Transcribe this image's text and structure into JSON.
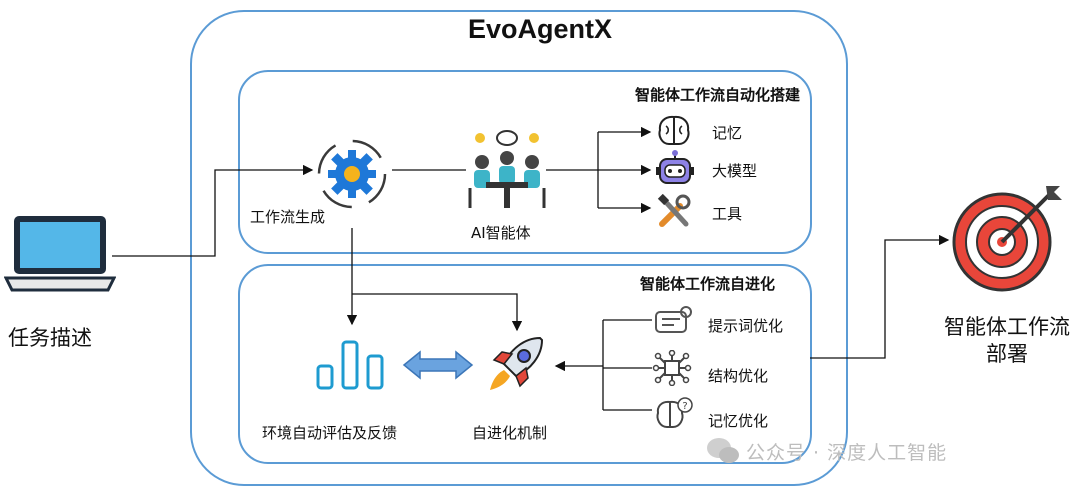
{
  "title": "EvoAgentX",
  "sections": {
    "construction": "智能体工作流自动化搭建",
    "evolution": "智能体工作流自进化"
  },
  "nodes": {
    "task": "任务描述",
    "workflow_gen": "工作流生成",
    "ai_agent": "AI智能体",
    "memory": "记忆",
    "llm": "大模型",
    "tools": "工具",
    "eval": "环境自动评估及反馈",
    "evo_mech": "自进化机制",
    "prompt_opt": "提示词优化",
    "struct_opt": "结构优化",
    "memory_opt": "记忆优化",
    "deploy_line1": "智能体工作流",
    "deploy_line2": "部署"
  },
  "watermark": "公众号 · 深度人工智能",
  "colors": {
    "frame": "#5b9bd5",
    "accent_blue": "#5b9bd5",
    "target_red": "#e8463a"
  }
}
